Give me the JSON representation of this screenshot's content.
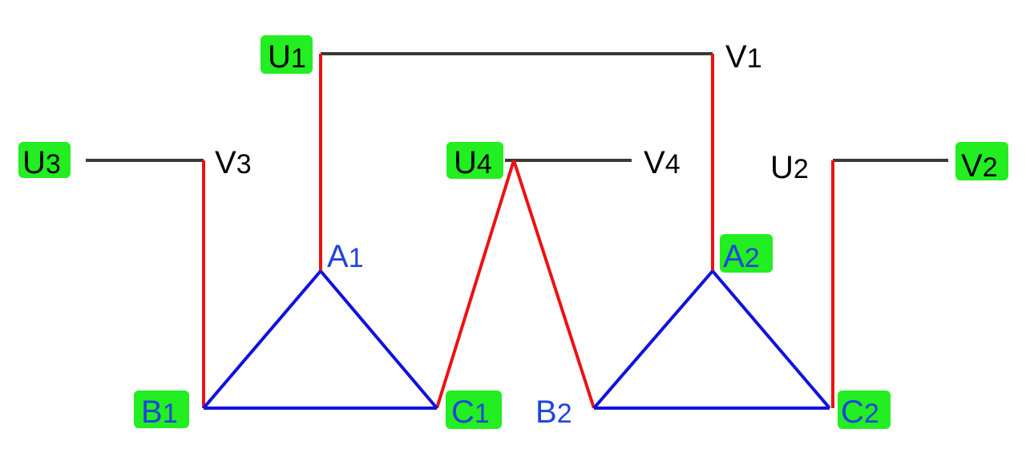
{
  "colors": {
    "background": "#ffffff",
    "black_wire": "#3a3a34",
    "red_wire": "#ee1111",
    "blue_wire": "#1111dd",
    "highlight": "#22ee22",
    "black_text": "#000000",
    "blue_text": "#2244dd"
  },
  "labels": {
    "U1": {
      "letter": "U",
      "sub": "1",
      "highlighted": true,
      "color": "black"
    },
    "V1": {
      "letter": "V",
      "sub": "1",
      "highlighted": false,
      "color": "black"
    },
    "U3": {
      "letter": "U",
      "sub": "3",
      "highlighted": true,
      "color": "black"
    },
    "V3": {
      "letter": "V",
      "sub": "3",
      "highlighted": false,
      "color": "black"
    },
    "U4": {
      "letter": "U",
      "sub": "4",
      "highlighted": true,
      "color": "black"
    },
    "V4": {
      "letter": "V",
      "sub": "4",
      "highlighted": false,
      "color": "black"
    },
    "U2": {
      "letter": "U",
      "sub": "2",
      "highlighted": false,
      "color": "black"
    },
    "V2": {
      "letter": "V",
      "sub": "2",
      "highlighted": true,
      "color": "black"
    },
    "A1": {
      "letter": "A",
      "sub": "1",
      "highlighted": false,
      "color": "blue"
    },
    "A2": {
      "letter": "A",
      "sub": "2",
      "highlighted": true,
      "color": "blue"
    },
    "B1": {
      "letter": "B",
      "sub": "1",
      "highlighted": true,
      "color": "blue"
    },
    "C1": {
      "letter": "C",
      "sub": "1",
      "highlighted": true,
      "color": "blue"
    },
    "B2": {
      "letter": "B",
      "sub": "2",
      "highlighted": false,
      "color": "blue"
    },
    "C2": {
      "letter": "C",
      "sub": "2",
      "highlighted": true,
      "color": "blue"
    }
  },
  "wires": [
    {
      "from": "U1",
      "to": "V1",
      "color": "black"
    },
    {
      "from": "U3",
      "to": "V3",
      "color": "black"
    },
    {
      "from": "U4",
      "to": "V4",
      "color": "black"
    },
    {
      "from": "U2",
      "to": "V2",
      "color": "black"
    },
    {
      "from": "U1",
      "to": "A1",
      "color": "red"
    },
    {
      "from": "V1",
      "to": "A2",
      "color": "red"
    },
    {
      "from": "V3",
      "to": "B1",
      "color": "red"
    },
    {
      "from": "U4",
      "to": "C1",
      "color": "red"
    },
    {
      "from": "U4",
      "to": "B2",
      "color": "red"
    },
    {
      "from": "U2",
      "to": "C2",
      "color": "red"
    },
    {
      "from": "A1",
      "to": "B1",
      "color": "blue"
    },
    {
      "from": "B1",
      "to": "C1",
      "color": "blue"
    },
    {
      "from": "C1",
      "to": "A1",
      "color": "blue"
    },
    {
      "from": "A2",
      "to": "B2",
      "color": "blue"
    },
    {
      "from": "B2",
      "to": "C2",
      "color": "blue"
    },
    {
      "from": "C2",
      "to": "A2",
      "color": "blue"
    }
  ]
}
